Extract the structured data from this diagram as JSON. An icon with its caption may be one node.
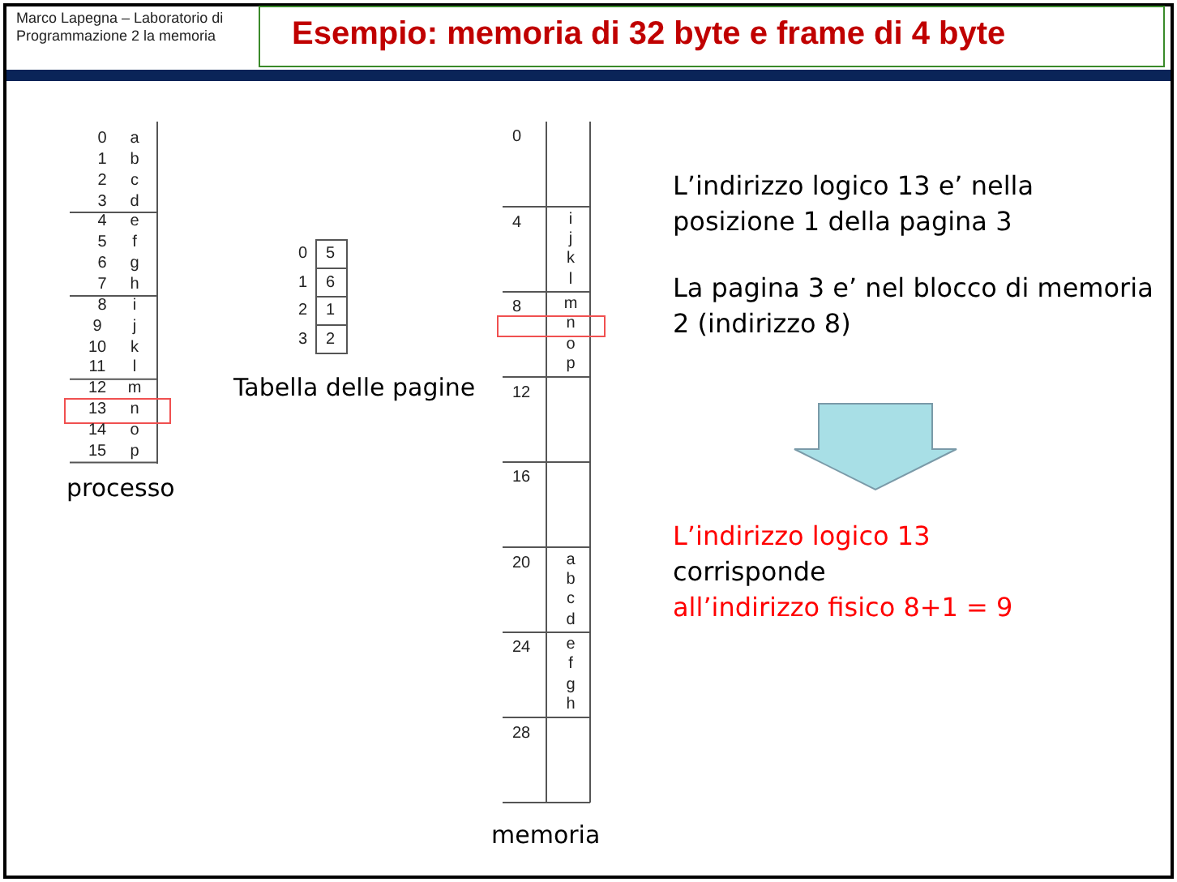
{
  "diagram": {
    "title": "Esempio: memoria di 32 byte e frame di 4 byte",
    "nodes": [
      {
        "text": [
          "L’indirizzo logico 13 e’ nella posizione 1 della pagina 3"
        ]
      },
      {
        "text": [
          "La pagina 3 e’ nel blocco di memoria 2 (indirizzo 8)"
        ]
      },
      {
        "text": [
          "L’indirizzo logico 13",
          "corrisponde",
          "all’indirizzo fisico 8+1 = 9"
        ]
      }
    ],
    "edges": [
      {
        "from": 1,
        "to": 2,
        "arrow": "to",
        "style": "thick",
        "color": "#a8dfe6"
      }
    ],
    "labels": [
      "Marco Lapegna – Laboratorio di Programmazione 2 la memoria",
      "0",
      "a",
      "1",
      "b",
      "2",
      "c",
      "3",
      "d",
      "4",
      "e",
      "5",
      "f",
      "6",
      "g",
      "7",
      "h",
      "8",
      "i",
      "9",
      "j",
      "10",
      "k",
      "11",
      "l",
      "12",
      "m",
      "13",
      "n",
      "14",
      "o",
      "15",
      "p",
      "processo",
      "0",
      "5",
      "1",
      "6",
      "2",
      "1",
      "3",
      "2",
      "Tabella delle pagine",
      "0",
      "4",
      "i",
      "j",
      "k",
      "l",
      "8",
      "m",
      "n",
      "o",
      "p",
      "12",
      "16",
      "20",
      "a",
      "b",
      "c",
      "d",
      "24",
      "e",
      "f",
      "g",
      "h",
      "28",
      "memoria"
    ]
  }
}
